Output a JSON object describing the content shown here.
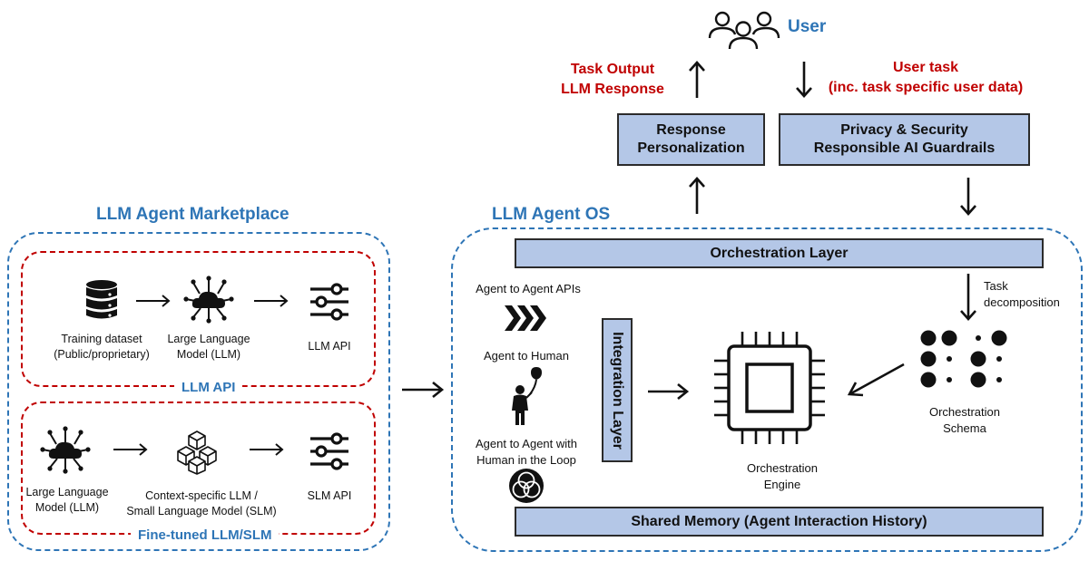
{
  "user": {
    "label": "User"
  },
  "top": {
    "task_output_line1": "Task Output",
    "task_output_line2": "LLM Response",
    "user_task_line1": "User task",
    "user_task_line2": "(inc. task specific user data)"
  },
  "boxes": {
    "response_personalization_line1": "Response",
    "response_personalization_line2": "Personalization",
    "privacy_line1": "Privacy & Security",
    "privacy_line2": "Responsible AI Guardrails",
    "orchestration_layer": "Orchestration Layer",
    "integration_layer": "Integration Layer",
    "shared_memory": "Shared Memory (Agent Interaction History)"
  },
  "marketplace": {
    "title": "LLM Agent Marketplace",
    "llm_api_section": {
      "label": "LLM API",
      "items": [
        {
          "icon": "database-icon",
          "line1": "Training dataset",
          "line2": "(Public/proprietary)"
        },
        {
          "icon": "cloud-network-icon",
          "line1": "Large Language",
          "line2": "Model (LLM)"
        },
        {
          "icon": "sliders-icon",
          "line1": "LLM API",
          "line2": ""
        }
      ]
    },
    "finetuned_section": {
      "label": "Fine-tuned LLM/SLM",
      "items": [
        {
          "icon": "cloud-network-icon",
          "line1": "Large Language",
          "line2": "Model (LLM)"
        },
        {
          "icon": "cubes-icon",
          "line1": "Context-specific LLM /",
          "line2": "Small Language Model (SLM)"
        },
        {
          "icon": "sliders-icon",
          "line1": "SLM API",
          "line2": ""
        }
      ]
    }
  },
  "os": {
    "title": "LLM Agent OS",
    "agent_to_agent_apis": "Agent to Agent APIs",
    "agent_to_human": "Agent to Human",
    "agent_hitl_line1": "Agent to Agent with",
    "agent_hitl_line2": "Human in the Loop",
    "task_decomposition_line1": "Task",
    "task_decomposition_line2": "decomposition",
    "engine_line1": "Orchestration",
    "engine_line2": "Engine",
    "schema_line1": "Orchestration",
    "schema_line2": "Schema"
  },
  "colors": {
    "box_fill": "#b4c7e7",
    "accent_blue": "#2e75b6",
    "accent_red": "#c00000"
  }
}
